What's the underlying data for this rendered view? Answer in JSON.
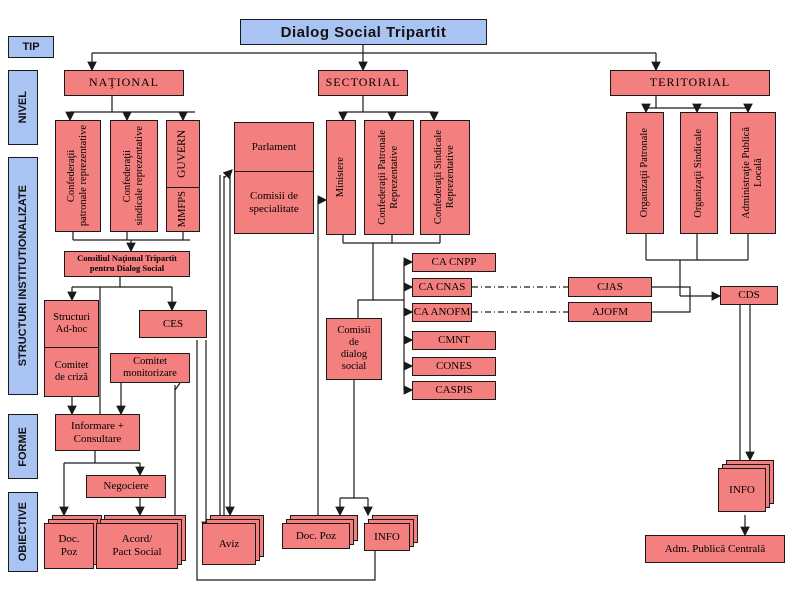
{
  "title": "Dialog Social Tripartit",
  "side_labels": {
    "tip": "TIP",
    "nivel": "NIVEL",
    "structuri": "STRUCTURI INSTITUTIONALIZATE",
    "forme": "FORME",
    "obiective": "OBIECTIVE"
  },
  "levels": {
    "national": "NAŢIONAL",
    "sectorial": "SECTORIAL",
    "teritorial": "TERITORIAL"
  },
  "national": {
    "confed_patronale": "Confederaţii\npatronale reprezentative",
    "confed_sindicale": "Confederaţii\nsindicale reprezentative",
    "guvern": "GUVERN",
    "mmfps": "MMFPS",
    "parlament": "Parlament",
    "comisii_specialitate": "Comisii de\nspecialitate",
    "consiliul": "Consiliul Naţional Tripartit\npentru Dialog Social",
    "structuri_adhoc": "Structuri\nAd-hoc",
    "comitet_criza": "Comitet\nde criză",
    "ces": "CES",
    "comitet_monitorizare": "Comitet\nmonitorizare",
    "informare": "Informare +\nConsultare",
    "negociere": "Negociere",
    "doc_poz": "Doc.\nPoz",
    "acord": "Acord/\nPact Social",
    "aviz": "Aviz"
  },
  "sectorial": {
    "ministere": "Ministere",
    "confed_patronale": "Confederaţii Patronale\nReprezentative",
    "confed_sindicale": "Confederaţii Sindicale\nReprezentative",
    "comisii_dialog": "Comisii\nde\ndialog\nsocial",
    "ca_cnpp": "CA CNPP",
    "ca_cnas": "CA CNAS",
    "ca_anofm": "CA ANOFM",
    "cmnt": "CMNT",
    "cones": "CONES",
    "caspis": "CASPIS",
    "doc_poz": "Doc. Poz",
    "info": "INFO"
  },
  "teritorial": {
    "org_patronale": "Organizaţii Patronale",
    "org_sindicale": "Organizaţii Sindicale",
    "admin_publica_locala": "Administraţie Publică\nLocală",
    "cjas": "CJAS",
    "ajofm": "AJOFM",
    "cds": "CDS",
    "info": "INFO",
    "adm_centrala": "Adm. Publică Centrală"
  },
  "colors": {
    "box_fill": "#f47f7f",
    "label_fill": "#a9c4f3",
    "line": "#1a1a1a"
  }
}
